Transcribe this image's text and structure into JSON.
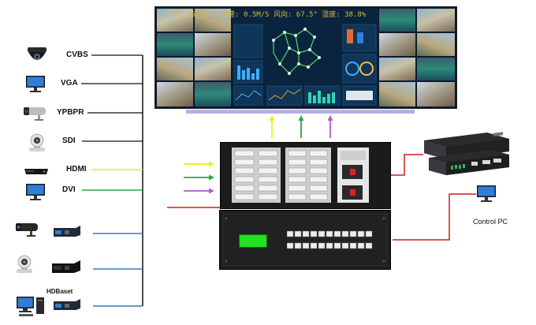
{
  "sources": [
    {
      "label": "CVBS",
      "icon": "dome-camera-icon"
    },
    {
      "label": "VGA",
      "icon": "monitor-icon"
    },
    {
      "label": "YPBPR",
      "icon": "bullet-camera-icon"
    },
    {
      "label": "SDI",
      "icon": "ptz-camera-icon"
    },
    {
      "label": "HDMI",
      "icon": "hdmi-player-icon"
    },
    {
      "label": "DVI",
      "icon": "monitor-icon"
    }
  ],
  "hdbaset_label": "HDBaset",
  "control_pc_label": "Control PC",
  "video_wall_ticker": "气: 25-33°C      风速: 0.5M/S      风向: 67.5°      湿度: 38.8%",
  "colors": {
    "hdmi_line": "#f2ec18",
    "dvi_line": "#24a84a",
    "hdbaset_line": "#2f7fc8",
    "control_line": "#c81e1e",
    "bus_line": "#111111",
    "purple_arrow": "#b05cc8",
    "wall_base": "#b4b0e6",
    "lcd_green": "#22e022"
  }
}
